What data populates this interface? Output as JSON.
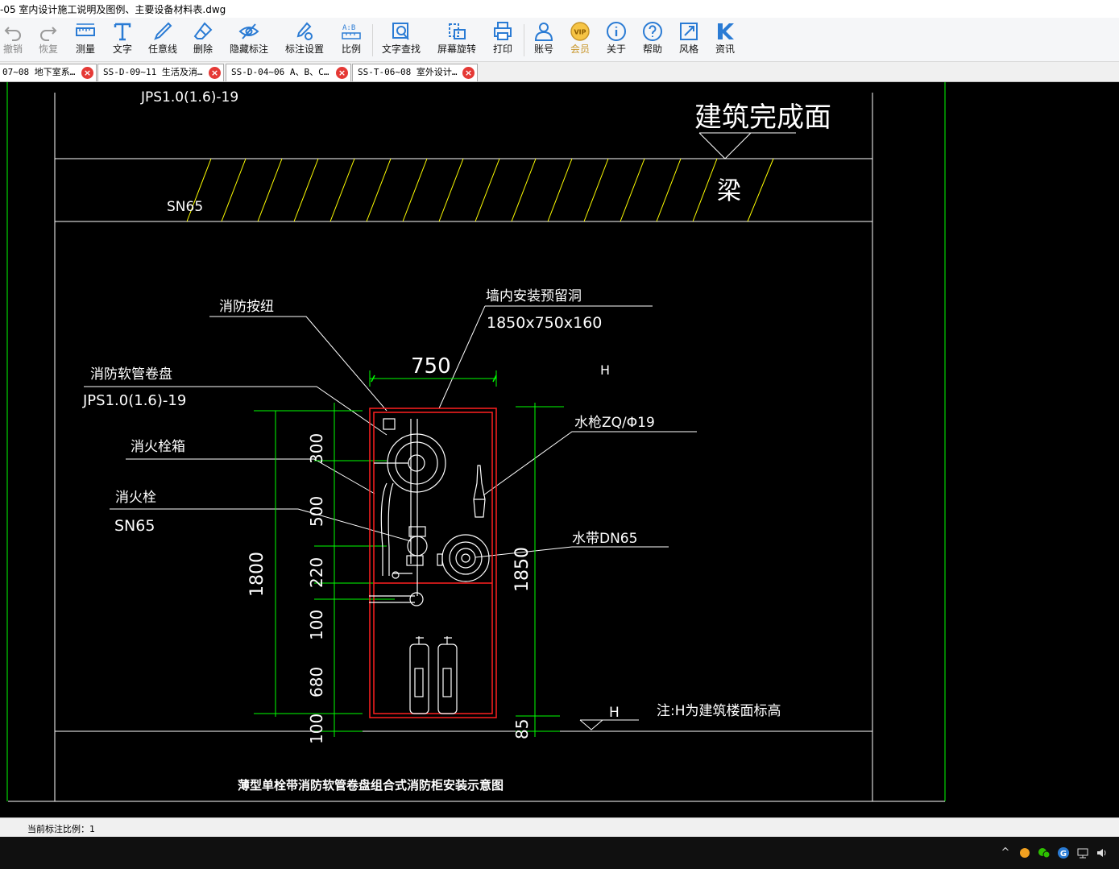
{
  "window": {
    "title": "-05 室内设计施工说明及图例、主要设备材料表.dwg"
  },
  "toolbar": {
    "items": [
      {
        "label": "撤销",
        "icon": "undo-icon",
        "enabled": false
      },
      {
        "label": "恢复",
        "icon": "redo-icon",
        "enabled": false
      },
      {
        "label": "测量",
        "icon": "measure-icon",
        "enabled": true
      },
      {
        "label": "文字",
        "icon": "text-icon",
        "enabled": true
      },
      {
        "label": "任意线",
        "icon": "pen-icon",
        "enabled": true
      },
      {
        "label": "删除",
        "icon": "eraser-icon",
        "enabled": true
      },
      {
        "label": "隐藏标注",
        "icon": "eye-hide-icon",
        "enabled": true
      },
      {
        "label": "标注设置",
        "icon": "annotation-settings-icon",
        "enabled": true
      },
      {
        "label": "比例",
        "icon": "scale-icon",
        "enabled": true
      },
      {
        "label": "文字查找",
        "icon": "text-search-icon",
        "enabled": true
      },
      {
        "label": "屏幕旋转",
        "icon": "screen-rotate-icon",
        "enabled": true
      },
      {
        "label": "打印",
        "icon": "printer-icon",
        "enabled": true
      },
      {
        "label": "账号",
        "icon": "user-icon",
        "enabled": true
      },
      {
        "label": "会员",
        "icon": "vip-icon",
        "enabled": true
      },
      {
        "label": "关于",
        "icon": "info-icon",
        "enabled": true
      },
      {
        "label": "帮助",
        "icon": "help-icon",
        "enabled": true
      },
      {
        "label": "风格",
        "icon": "style-icon",
        "enabled": true
      },
      {
        "label": "资讯",
        "icon": "news-icon",
        "enabled": true
      }
    ]
  },
  "tabs": [
    {
      "label": "07~08 地下室系…"
    },
    {
      "label": "SS-D-09~11 生活及消…"
    },
    {
      "label": "SS-D-04~06 A、B、C…"
    },
    {
      "label": "SS-T-06~08 室外设计…"
    }
  ],
  "drawing": {
    "top_label": "JPS1.0(1.6)-19",
    "sn65_top": "SN65",
    "finished_surface": "建筑完成面",
    "beam": "梁",
    "fire_button": "消防按纽",
    "reserved_hole": "墙内安装预留洞",
    "reserved_hole_size": "1850x750x160",
    "dim_750": "750",
    "h_mark": "H",
    "hose_reel": "消防软管卷盘",
    "hose_reel_model": "JPS1.0(1.6)-19",
    "nozzle": "水枪ZQ/Φ19",
    "cabinet": "消火栓箱",
    "hydrant": "消火栓",
    "hydrant_model": "SN65",
    "hose": "水带DN65",
    "dim_left": [
      "300",
      "500",
      "220",
      "100",
      "680",
      "100"
    ],
    "dim_1800": "1800",
    "dim_1850": "1850",
    "dim_85": "85",
    "h_floor": "H",
    "note": "注:H为建筑楼面标高",
    "caption": "薄型单栓带消防软管卷盘组合式消防柜安装示意图"
  },
  "statusbar": {
    "scale_text": "当前标注比例：1"
  },
  "colors": {
    "cad_bg": "#000000",
    "cad_white": "#ffffff",
    "cad_green": "#00ff00",
    "cad_yellow": "#ffff00",
    "cad_red": "#ff2020"
  }
}
